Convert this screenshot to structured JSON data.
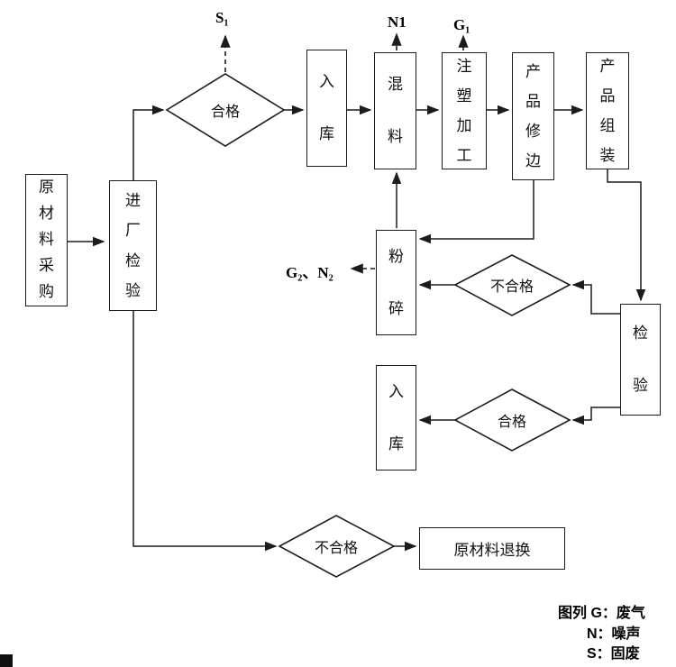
{
  "diagram": {
    "emissions": {
      "s1": "S₁",
      "n1": "N1",
      "g1": "G₁",
      "g2n2": "G₂、N₂"
    },
    "nodes": {
      "raw_material_purchase": "原材料采购",
      "incoming_inspection": "进厂检验",
      "warehouse_in_top": "入库",
      "mixing": "混料",
      "injection_molding": "注塑加工",
      "product_trimming": "产品修边",
      "product_assembly": "产品组装",
      "final_inspection": "检验",
      "crushing": "粉碎",
      "warehouse_in_bottom": "入库",
      "raw_material_return": "原材料退换"
    },
    "decisions": {
      "qualified_top": "合格",
      "unqualified_right": "不合格",
      "qualified_right": "合格",
      "unqualified_bottom": "不合格"
    },
    "legend": {
      "line1": "图列 G：废气",
      "line2": "N：噪声",
      "line3": "S：固废"
    },
    "colors": {
      "stroke": "#1c1c1c",
      "background": "#ffffff"
    }
  }
}
